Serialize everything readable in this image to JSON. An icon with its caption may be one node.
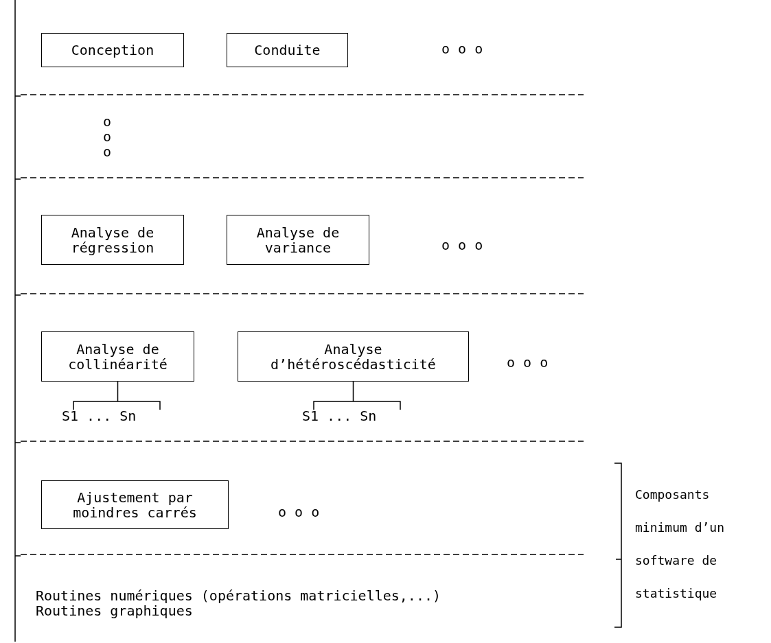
{
  "diagram": {
    "nodes": [
      {
        "text": [
          "Conception"
        ]
      },
      {
        "text": [
          "Conduite"
        ]
      },
      {
        "text": [
          "Analyse de régression"
        ]
      },
      {
        "text": [
          "Analyse de variance"
        ]
      },
      {
        "text": [
          "Analyse de collinéarité"
        ]
      },
      {
        "text": [
          "Analyse d’hétéroscédasticité"
        ]
      },
      {
        "text": [
          "S1 ... Sn"
        ]
      },
      {
        "text": [
          "S1 ... Sn"
        ]
      },
      {
        "text": [
          "Ajustement par moindres carrés"
        ]
      }
    ],
    "edges": [
      {
        "from": 4,
        "to": 6,
        "arrow": "none"
      },
      {
        "from": 5,
        "to": 7,
        "arrow": "none"
      }
    ],
    "labels": [
      "o o o",
      "o o o",
      "o o o",
      "o o o",
      "o o o",
      "Routines numériques (opérations matricielles,...)",
      "Routines graphiques",
      "Composants minimum d’un software de statistique"
    ]
  }
}
